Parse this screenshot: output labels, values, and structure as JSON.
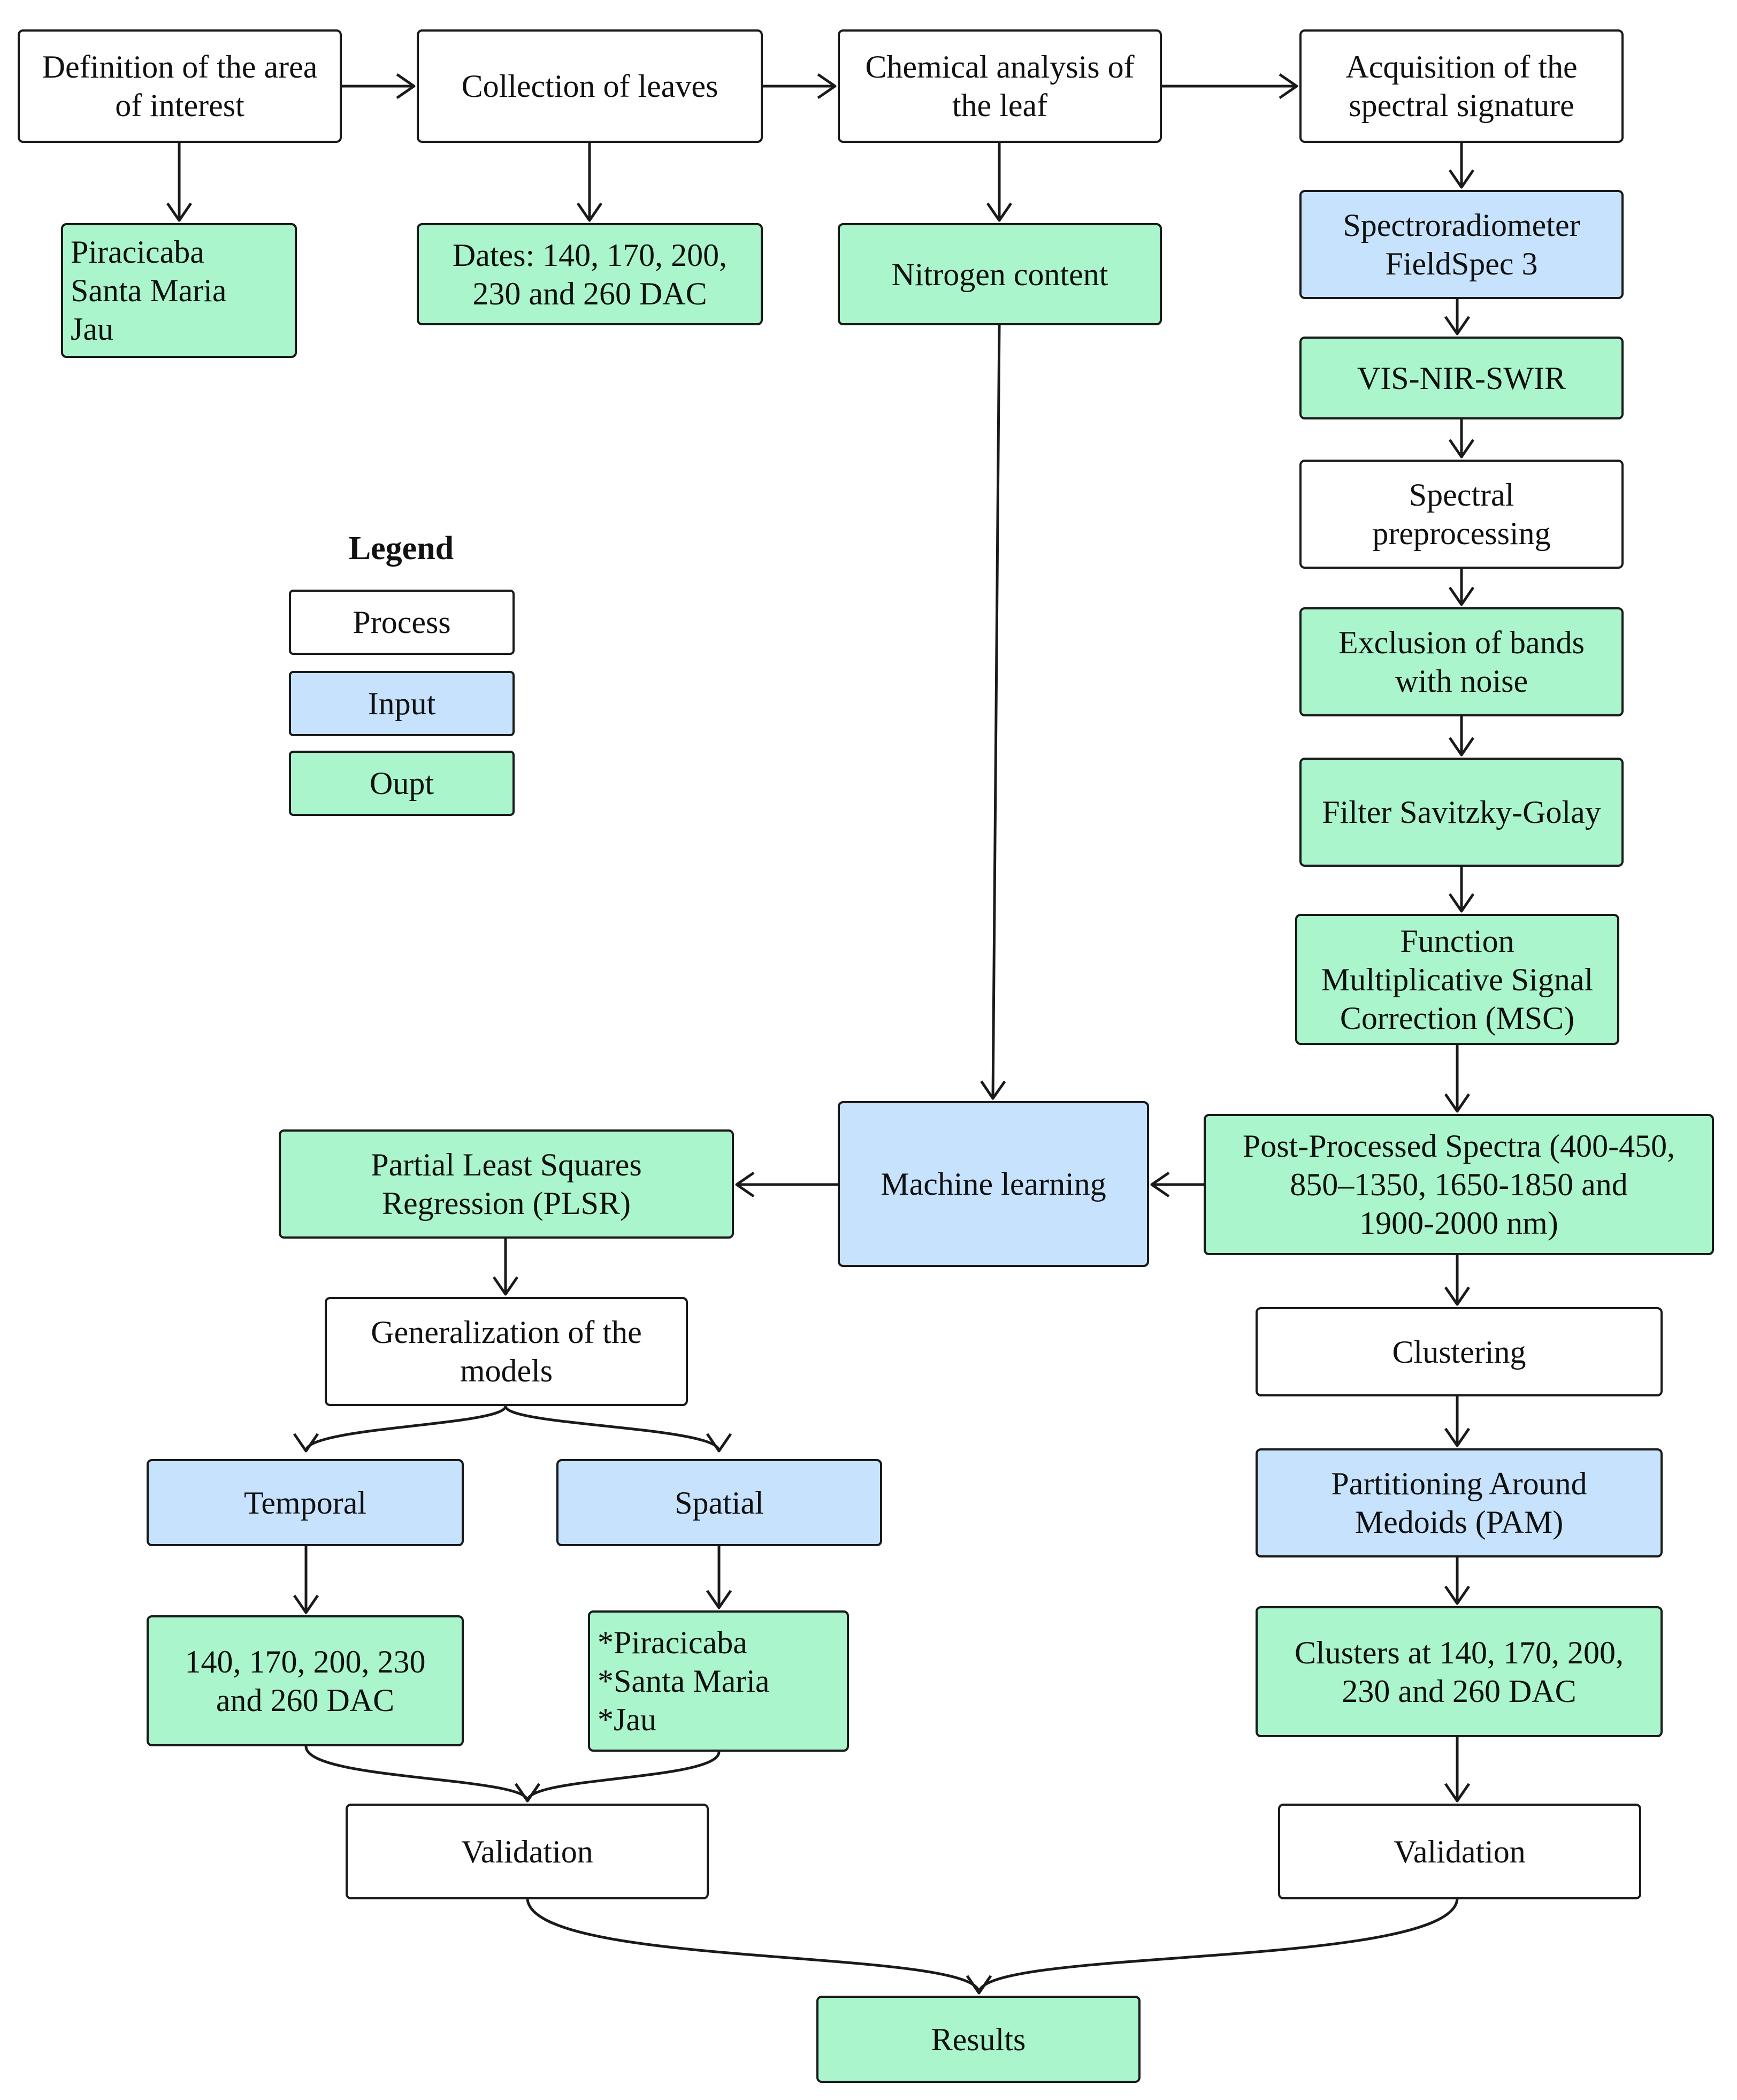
{
  "colors": {
    "process": "#ffffff",
    "input": "#c6e2fc",
    "output": "#aaf5cb",
    "stroke": "#1a1a1a"
  },
  "legend": {
    "title": "Legend",
    "items": [
      {
        "type": "process",
        "label": "Process"
      },
      {
        "type": "input",
        "label": "Input"
      },
      {
        "type": "output",
        "label": "Oupt"
      }
    ]
  },
  "nodes": {
    "def_area": {
      "type": "process",
      "lines": [
        "Definition of the area",
        "of interest"
      ]
    },
    "collection": {
      "type": "process",
      "lines": [
        "Collection of leaves"
      ]
    },
    "chemical": {
      "type": "process",
      "lines": [
        "Chemical analysis of",
        "the leaf"
      ]
    },
    "acquisition": {
      "type": "process",
      "lines": [
        "Acquisition of the",
        "spectral signature"
      ]
    },
    "sites": {
      "type": "output",
      "lines": [
        "Piracicaba",
        "Santa Maria",
        "Jau"
      ]
    },
    "dates": {
      "type": "output",
      "lines": [
        "Dates: 140, 170, 200,",
        "230 and 260 DAC"
      ]
    },
    "nitrogen": {
      "type": "output",
      "lines": [
        "Nitrogen content"
      ]
    },
    "spectro": {
      "type": "input",
      "lines": [
        "Spectroradiometer",
        "FieldSpec 3"
      ]
    },
    "visnir": {
      "type": "output",
      "lines": [
        "VIS-NIR-SWIR"
      ]
    },
    "preproc": {
      "type": "process",
      "lines": [
        "Spectral",
        "preprocessing"
      ]
    },
    "exclusion": {
      "type": "output",
      "lines": [
        "Exclusion of bands",
        "with noise"
      ]
    },
    "savgol": {
      "type": "output",
      "lines": [
        "Filter Savitzky-Golay"
      ]
    },
    "msc": {
      "type": "output",
      "lines": [
        "Function",
        "Multiplicative Signal",
        "Correction (MSC)"
      ]
    },
    "postproc": {
      "type": "output",
      "lines": [
        "Post-Processed Spectra (400-450,",
        "850–1350, 1650-1850 and",
        "1900-2000 nm)"
      ]
    },
    "ml": {
      "type": "input",
      "lines": [
        "Machine learning"
      ]
    },
    "plsr": {
      "type": "output",
      "lines": [
        "Partial Least Squares",
        "Regression (PLSR)"
      ]
    },
    "general": {
      "type": "process",
      "lines": [
        "Generalization of the",
        "models"
      ]
    },
    "temporal": {
      "type": "input",
      "lines": [
        "Temporal"
      ]
    },
    "spatial": {
      "type": "input",
      "lines": [
        "Spatial"
      ]
    },
    "dac": {
      "type": "output",
      "lines": [
        "140, 170, 200, 230",
        "and 260 DAC"
      ]
    },
    "sites2": {
      "type": "output",
      "lines": [
        "*Piracicaba",
        "*Santa Maria",
        "*Jau"
      ]
    },
    "valid_left": {
      "type": "process",
      "lines": [
        "Validation"
      ]
    },
    "clustering": {
      "type": "process",
      "lines": [
        "Clustering"
      ]
    },
    "pam": {
      "type": "input",
      "lines": [
        "Partitioning Around",
        "Medoids (PAM)"
      ]
    },
    "clusters": {
      "type": "output",
      "lines": [
        "Clusters at 140, 170, 200,",
        "230 and 260 DAC"
      ]
    },
    "valid_right": {
      "type": "process",
      "lines": [
        "Validation"
      ]
    },
    "results": {
      "type": "output",
      "lines": [
        "Results"
      ]
    }
  },
  "edges": [
    [
      "def_area",
      "collection"
    ],
    [
      "collection",
      "chemical"
    ],
    [
      "chemical",
      "acquisition"
    ],
    [
      "def_area",
      "sites"
    ],
    [
      "collection",
      "dates"
    ],
    [
      "chemical",
      "nitrogen"
    ],
    [
      "acquisition",
      "spectro"
    ],
    [
      "spectro",
      "visnir"
    ],
    [
      "visnir",
      "preproc"
    ],
    [
      "preproc",
      "exclusion"
    ],
    [
      "exclusion",
      "savgol"
    ],
    [
      "savgol",
      "msc"
    ],
    [
      "msc",
      "postproc"
    ],
    [
      "nitrogen",
      "ml"
    ],
    [
      "postproc",
      "ml"
    ],
    [
      "ml",
      "plsr"
    ],
    [
      "plsr",
      "general"
    ],
    [
      "general",
      "temporal"
    ],
    [
      "general",
      "spatial"
    ],
    [
      "temporal",
      "dac"
    ],
    [
      "spatial",
      "sites2"
    ],
    [
      "dac",
      "valid_left"
    ],
    [
      "sites2",
      "valid_left"
    ],
    [
      "postproc",
      "clustering"
    ],
    [
      "clustering",
      "pam"
    ],
    [
      "pam",
      "clusters"
    ],
    [
      "clusters",
      "valid_right"
    ],
    [
      "valid_left",
      "results"
    ],
    [
      "valid_right",
      "results"
    ]
  ]
}
